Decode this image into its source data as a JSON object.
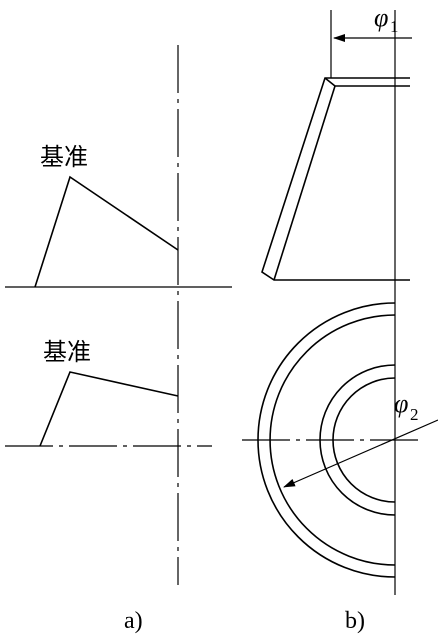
{
  "panel_a": {
    "caption": "a)",
    "datum_upper": "基准",
    "datum_lower": "基准"
  },
  "panel_b": {
    "caption": "b)",
    "phi1": {
      "symbol": "φ",
      "subscript": "1"
    },
    "phi2": {
      "symbol": "φ",
      "subscript": "2"
    }
  }
}
